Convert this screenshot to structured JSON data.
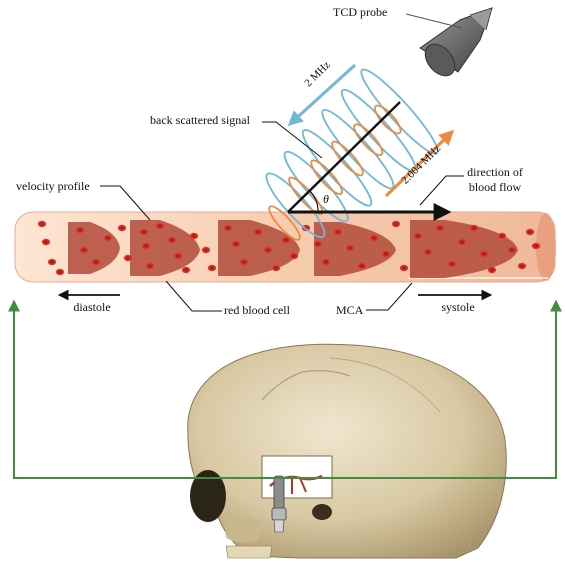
{
  "labels": {
    "probe": "TCD probe",
    "freq_incident": "2 MHz",
    "freq_reflected": "2.004 MHz",
    "backscatter": "back scattered signal",
    "velocity_profile": "velocity profile",
    "direction_line1": "direction of",
    "direction_line2": "blood flow",
    "angle": "θ",
    "diastole": "diastole",
    "red_blood_cell": "red blood cell",
    "mca": "MCA",
    "systole": "systole"
  },
  "colors": {
    "vessel": "#f6c8a8",
    "profile_fill": "#b14a3a",
    "cell": "#c8281e",
    "wave_blue": "#6fb8d6",
    "wave_orange": "#ee8a3c",
    "connector_green": "#3f8f3f",
    "arrow_black": "#111111"
  },
  "icons": {
    "probe": "tcd-probe-icon",
    "skull": "skull-icon"
  }
}
